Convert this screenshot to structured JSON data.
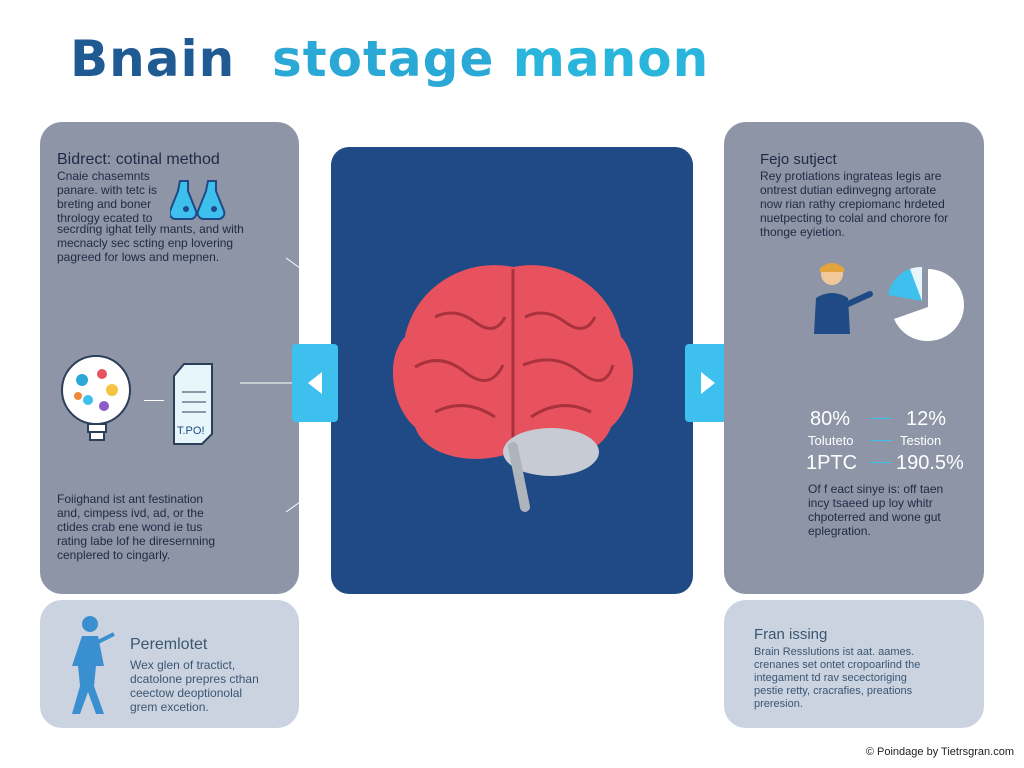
{
  "title": {
    "word1": "Bnain",
    "word2": "stotage",
    "word3": "manon"
  },
  "left_top": {
    "heading": "Bidrect: cotinal method",
    "body1": "Cnaie chasemnts\npanare. with tetc is\nbreting and boner\nthrology ecated to",
    "body2": "secrding ighat telly mants, and with\nmecnacly sec scting enp lovering\npagreed for lows and mepnen.",
    "body3": "Foiighand ist ant festination\nand, cimpess ivd, ad, or the\nctides crab ene wond ie tus\nrating labe lof he diresernning\ncenplered to cingarly.",
    "device_label": "T.PO!"
  },
  "left_bottom": {
    "heading": "Peremlotet",
    "body": "Wex glen of tractict,\ndcatolone prepres cthan\nceectow deoptionolal\ngrem excetion."
  },
  "right_top": {
    "heading": "Fejo sutject",
    "body": "Rey protiations ingrateas legis are\nontrest dutian edinvegng artorate\nnow rian rathy crepiomanc hrdeted\nnuetpecting to colal and chorore for\nthonge eyietion.",
    "stats": [
      {
        "left": "80%",
        "right": "12%"
      },
      {
        "left": "Toluteto",
        "right": "Testion"
      },
      {
        "left": "1PTC",
        "right": "190.5%"
      }
    ],
    "body2": "Of f eact sinye is: off taen\nincy tsaeed up loy whitr\nchpoterred and wone gut\neplegration."
  },
  "right_bottom": {
    "heading": "Fran issing",
    "body": "Brain Resslutions ist aat. aames.\ncrenanes set ontet cropoarlind the\nintegament td rav secectoriging\npestie retty, cracrafies, preations\npreresion."
  },
  "footer": "© Poindage by Tietrsgran.com",
  "colors": {
    "panel": "#8d95a6",
    "panel_light": "#ccd3e0",
    "center": "#1f4a86",
    "accent": "#3ec0ef",
    "brain": "#e8525e"
  }
}
